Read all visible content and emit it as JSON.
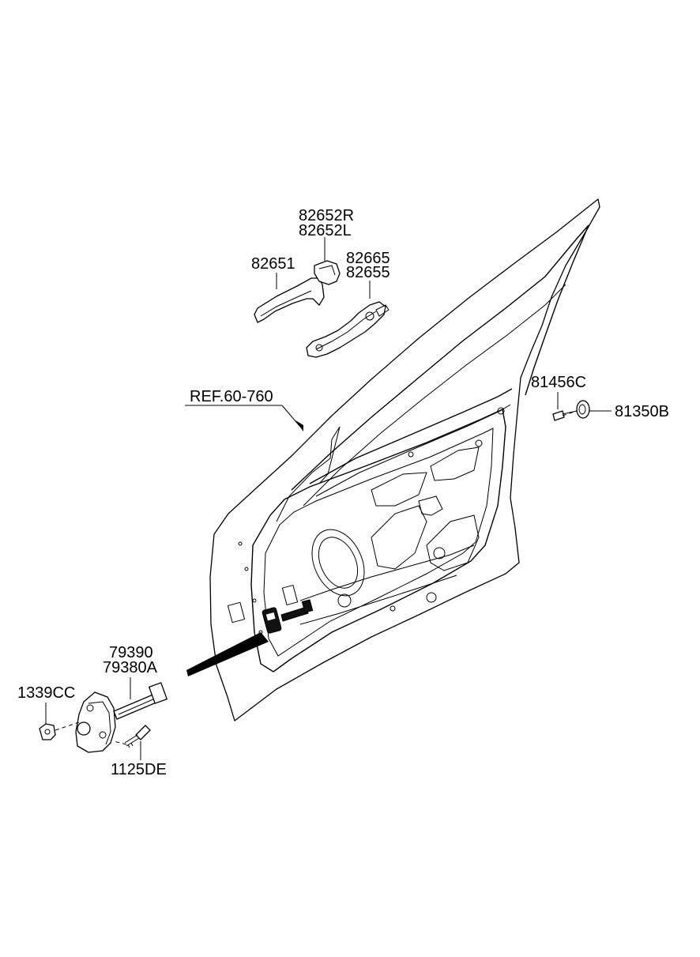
{
  "labels": {
    "outside_handle_cover": [
      "82652R",
      "82652L"
    ],
    "outside_handle": "82651",
    "handle_base": [
      "82665",
      "82655"
    ],
    "door_panel_ref": "REF.60-760",
    "screw": "81456C",
    "plug": "81350B",
    "door_checker": [
      "79390",
      "79380A"
    ],
    "nut": "1339CC",
    "bolt": "1125DE"
  },
  "colors": {
    "line": "#000000",
    "background": "#ffffff"
  }
}
